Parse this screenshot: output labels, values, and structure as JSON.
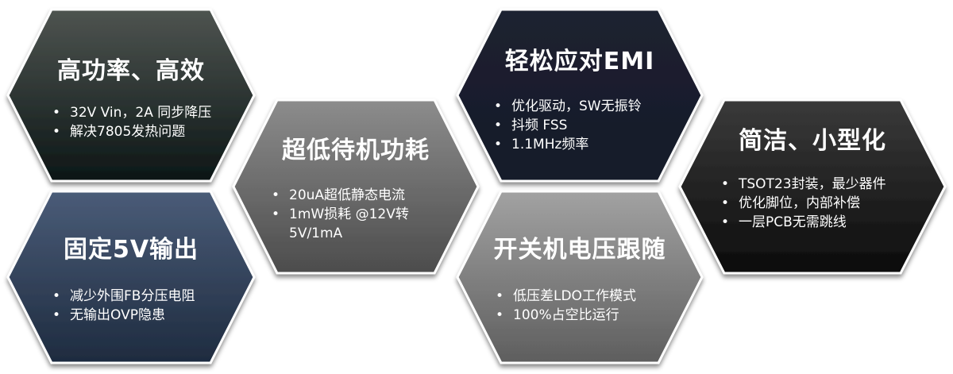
{
  "colors": {
    "hex1": [
      "#4e5450",
      "#0c1616"
    ],
    "hex2": [
      "#4a5c78",
      "#1e2b3f"
    ],
    "hex3": [
      "#8c8c8c",
      "#4c4c4c"
    ],
    "hex4": [
      "#1d2130",
      "#161b2a"
    ],
    "hex5": [
      "#a2a2a2",
      "#5e5e5e"
    ],
    "hex6": [
      "#3a3a3a",
      "#0c0c0c"
    ]
  },
  "hexagons": [
    {
      "title": "高功率、高效",
      "bullets": [
        "32V Vin，2A 同步降压",
        "解决7805发热问题"
      ]
    },
    {
      "title": "固定5V输出",
      "bullets": [
        "减少外围FB分压电阻",
        "无输出OVP隐患"
      ]
    },
    {
      "title": "超低待机功耗",
      "bullets": [
        "20uA超低静态电流",
        "1mW损耗 @12V转5V/1mA"
      ]
    },
    {
      "title": "轻松应对EMI",
      "bullets": [
        "优化驱动，SW无振铃",
        "抖频 FSS",
        "1.1MHz频率"
      ]
    },
    {
      "title": "开关机电压跟随",
      "bullets": [
        "低压差LDO工作模式",
        "100%占空比运行"
      ]
    },
    {
      "title": "简洁、小型化",
      "bullets": [
        "TSOT23封装，最少器件",
        "优化脚位，内部补偿",
        "一层PCB无需跳线"
      ]
    }
  ]
}
